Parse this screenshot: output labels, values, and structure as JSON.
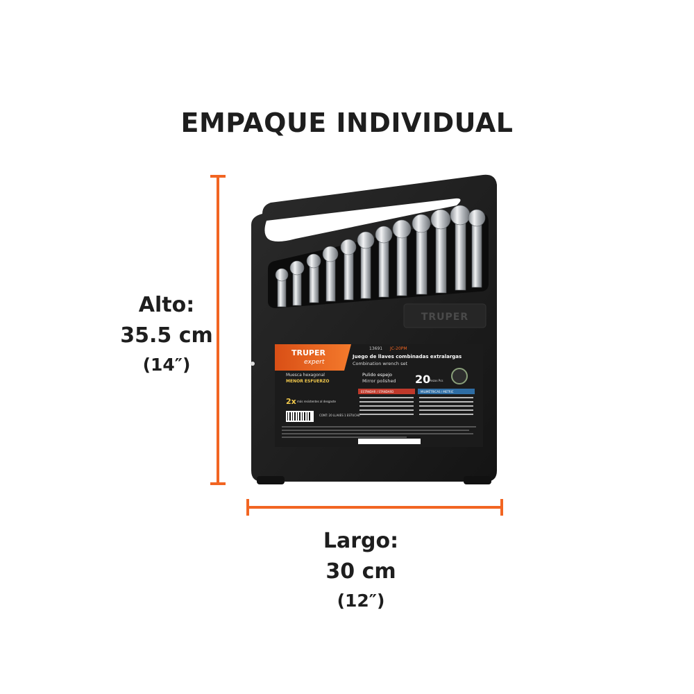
{
  "title": "EMPAQUE INDIVIDUAL",
  "height": {
    "label": "Alto:",
    "metric": "35.5 cm",
    "imperial": "(14″)"
  },
  "width": {
    "label": "Largo:",
    "metric": "30 cm",
    "imperial": "(12″)"
  },
  "product": {
    "brand_embossed": "TRUPER",
    "label": {
      "brand": "TRUPER",
      "sub_brand": "expert",
      "code": "13691",
      "model": "JC-20PM",
      "title_es": "Juego de llaves combinadas extralargas",
      "title_en": "Combination wrench set",
      "feature_1_es": "Muesca hexagonal",
      "feature_1_hl": "MENOR ESFUERZO",
      "finish_es": "Pulido espejo",
      "finish_en": "Mirror polished",
      "pieces": "20",
      "pieces_unit": "Piezas Pcs",
      "standard_header": "ESTÁNDAR / STANDARD",
      "metric_header": "MILIMÉTRICAS / METRIC",
      "contents": "CONT: 20 LLAVES 1 ESTUCHE",
      "strength_badge": "2x",
      "strength_text": "más resistentes al desgaste"
    }
  },
  "colors": {
    "accent": "#f26522",
    "case": "#1a1a1a",
    "text": "#1e1e1e"
  }
}
